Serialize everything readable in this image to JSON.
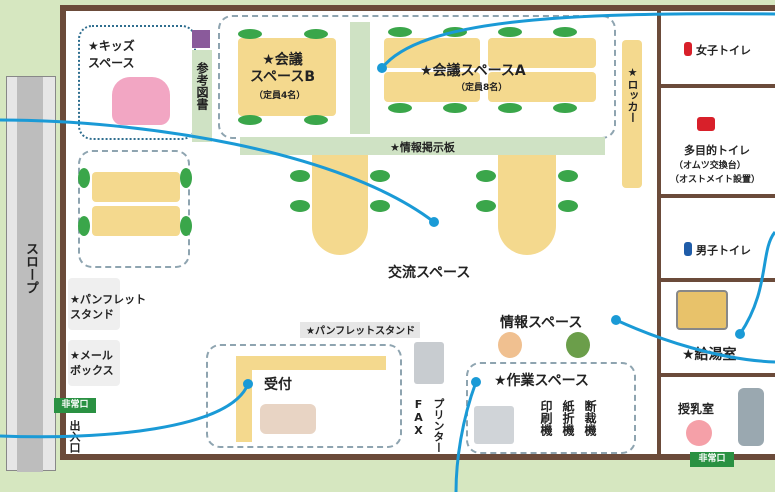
{
  "labels": {
    "kids_space": "★キッズ\nスペース",
    "reference_books": "参考図書",
    "meeting_b": "★会議\nスペースB",
    "meeting_b_cap": "（定員4名）",
    "meeting_a": "★会議スペースA",
    "meeting_a_cap": "（定員8名）",
    "locker": "★ロッカー",
    "womens_toilet": "女子トイレ",
    "multi_toilet": "多目的トイレ",
    "multi_toilet_sub1": "（オムツ交換台）",
    "multi_toilet_sub2": "（オストメイト設置）",
    "mens_toilet": "男子トイレ",
    "kitchen": "★給湯室",
    "nursing_room": "授乳室",
    "info_board": "★情報掲示板",
    "exchange_space": "交流スペース",
    "info_space": "情報スペース",
    "slope": "スロープ",
    "pamphlet_stand_left": "★パンフレット\nスタンド",
    "mailbox": "★メール\nボックス",
    "emergency_exit_left": "非常口",
    "emergency_exit_right": "非常口",
    "entrance": "出入口",
    "pamphlet_stand_top": "★パンフレットスタンド",
    "reception": "受付",
    "fax": "FAX",
    "printer": "プリンター",
    "work_space": "★作業スペース",
    "printing_machine": "印刷機",
    "folding_machine": "紙折機",
    "cutting_machine": "断裁機"
  },
  "colors": {
    "accent_red": "#d8202a",
    "callout_blue": "#1a9ad6",
    "table": "#f4d98e",
    "wall": "#6b4b3a",
    "exit_green": "#2a9142",
    "background": "#d6e7c0"
  }
}
